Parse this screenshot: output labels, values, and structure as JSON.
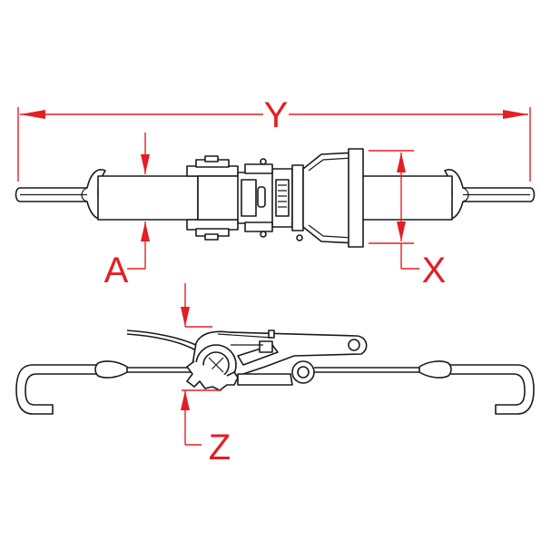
{
  "diagram": {
    "dimensions": [
      {
        "id": "Y",
        "label": "Y"
      },
      {
        "id": "A",
        "label": "A"
      },
      {
        "id": "X",
        "label": "X"
      },
      {
        "id": "Z",
        "label": "Z"
      }
    ],
    "colors": {
      "dimension": "#e31e24",
      "outline": "#1a1a1a",
      "background": "#ffffff"
    }
  }
}
